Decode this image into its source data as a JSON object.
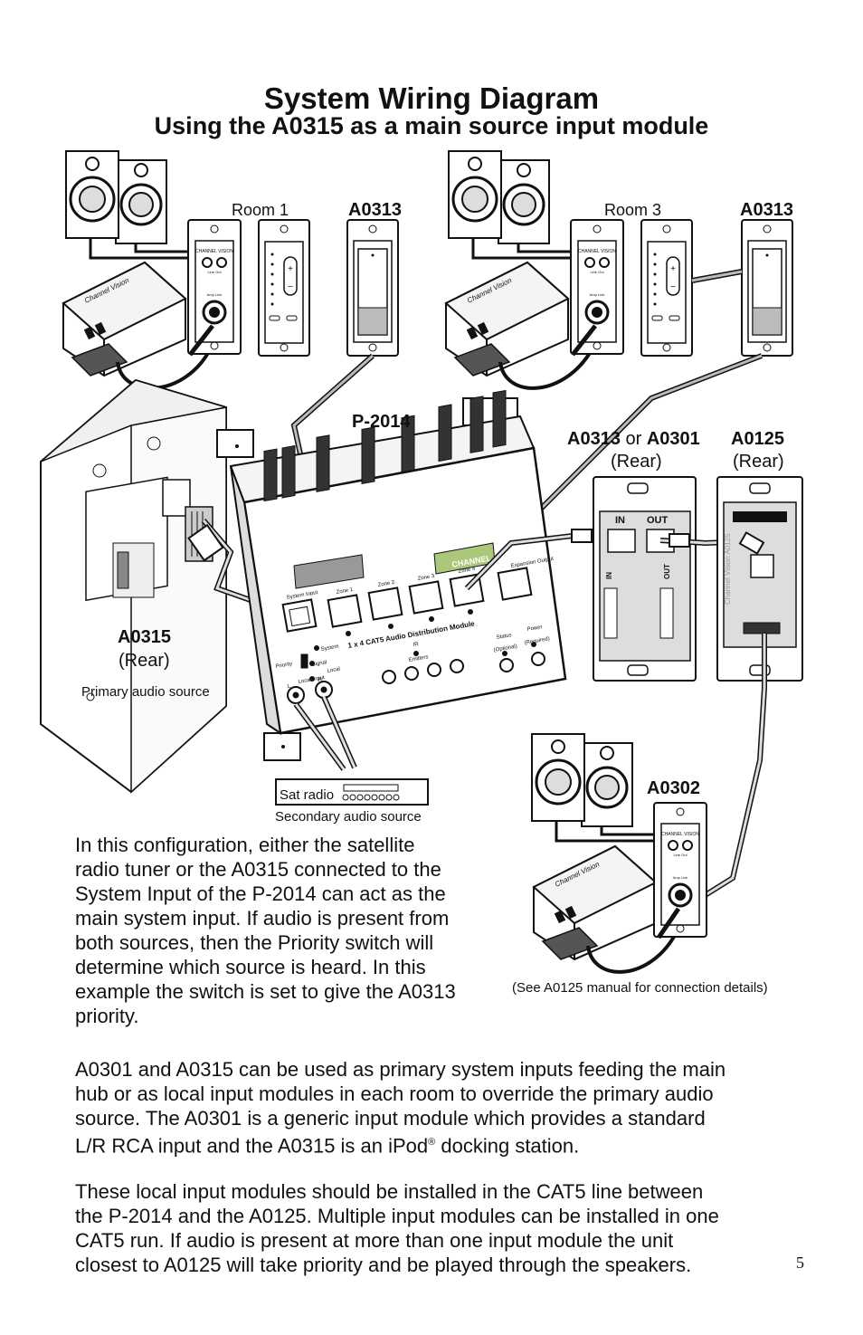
{
  "header": {
    "title": "System Wiring Diagram",
    "subtitle": "Using the A0315 as a main source input module"
  },
  "labels": {
    "room1": "Room 1",
    "room3": "Room 3",
    "a0313_left": "A0313",
    "a0313_right": "A0313",
    "p2014": "P-2014",
    "a0313_or_a0301_part1": "A0313",
    "a0313_or_a0301_or": "or",
    "a0313_or_a0301_part2": "A0301",
    "rear_a0313": "(Rear)",
    "a0125": "A0125",
    "rear_a0125": "(Rear)",
    "a0315": "A0315",
    "rear_a0315": "(Rear)",
    "primary_audio_source": "Primary audio source",
    "sat_radio": "Sat radio",
    "secondary_audio_source": "Secondary audio source",
    "a0302": "A0302",
    "see_manual": "(See A0125 manual for connection details)",
    "module_in": "IN",
    "module_out": "OUT",
    "hub_module_name": "1 x 4  CAT5 Audio Distribution Module",
    "hub_system_input": "System Input",
    "hub_zone1": "Zone 1",
    "hub_zone2": "Zone 2",
    "hub_zone3": "Zone 3",
    "hub_zone4": "Zone 4",
    "hub_expansion": "Expansion Output",
    "hub_priority": "Priority",
    "hub_system": "System",
    "hub_signal": "Signal",
    "hub_local": "Local",
    "hub_local_input": "Local Input",
    "hub_l": "L",
    "hub_r": "R",
    "hub_ir": "IR",
    "hub_emitters": "Emitters",
    "hub_status": "Status",
    "hub_optional": "(Optional)",
    "hub_power": "Power",
    "hub_power_sub": "(Required)",
    "brand": "CHANNEL VISION",
    "plate_line_out": "Line Out",
    "plate_amp_link": "Amp Link",
    "a0125_side": "Channel Vision A0125"
  },
  "paragraphs": {
    "p1_lines": [
      "In this configuration, either the satellite",
      "radio tuner or the A0315 connected to the",
      "System Input of the P-2014 can act as the",
      "main system input. If audio is present from",
      "both sources, then the Priority switch will",
      "determine which source is heard. In this",
      "example the switch is set to give the A0313",
      "priority."
    ],
    "p2_lines": [
      "A0301 and A0315 can be used as primary system inputs feeding the main",
      "hub or as local input modules in each room to override the primary audio",
      "source. The A0301 is a generic input module which provides a standard"
    ],
    "p2_last_before": "L/R RCA input and the A0315 is an iPod",
    "p2_last_sup": "®",
    "p2_last_after": " docking station.",
    "p3_lines": [
      "These local input modules should be installed in the CAT5 line between",
      "the P-2014 and the A0125. Multiple input modules can be installed in one",
      "CAT5 run. If audio is present at more than one input module the unit",
      "closest to A0125 will take priority and be played through the speakers."
    ]
  },
  "page_number": "5"
}
